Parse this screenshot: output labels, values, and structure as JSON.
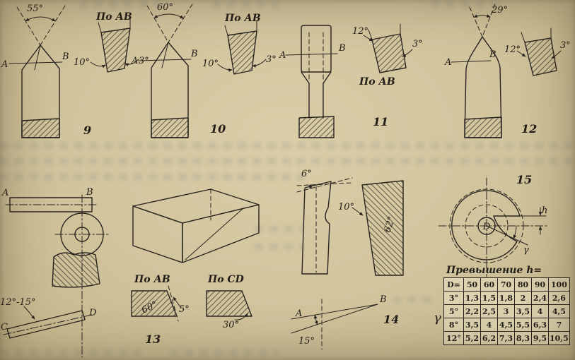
{
  "palette": {
    "paper": "#d3c6a0",
    "ink": "#2a2420"
  },
  "figures": {
    "fig9": {
      "number": "9",
      "apex": "55°",
      "section": "По АВ",
      "a": "A",
      "b": "B",
      "front": "10°",
      "back": "3°"
    },
    "fig10": {
      "number": "10",
      "apex": "60°",
      "section": "По АВ",
      "a": "A",
      "b": "B",
      "front": "10°",
      "back": "3°"
    },
    "fig11": {
      "number": "11",
      "section": "По АВ",
      "a": "A",
      "b": "B",
      "front": "12°",
      "back": "3°"
    },
    "fig12": {
      "number": "12",
      "apex": "29°",
      "a": "A",
      "b": "B",
      "front": "12°",
      "back": "3°"
    },
    "fig13": {
      "number": "13",
      "a": "A",
      "b": "B",
      "c": "C",
      "d": "D",
      "tilt": "12°-15°",
      "section_ab": "По АВ",
      "section_cd": "По CD",
      "face_angle": "60°",
      "side_angle": "5°",
      "cd_angle": "30°"
    },
    "fig14": {
      "number": "14",
      "top_angle": "6°",
      "clearance": "10°",
      "wedge": "62°",
      "tilt": "15°",
      "a": "A",
      "b": "B"
    },
    "fig15": {
      "number": "15",
      "bore": "D",
      "height": "h",
      "gamma": "γ"
    }
  },
  "table": {
    "title": "Превышение h=",
    "gamma": "γ",
    "header": [
      "D=",
      "50",
      "60",
      "70",
      "80",
      "90",
      "100"
    ],
    "rows": [
      [
        "3°",
        "1,3",
        "1,5",
        "1,8",
        "2",
        "2,4",
        "2,6"
      ],
      [
        "5°",
        "2,2",
        "2,5",
        "3",
        "3,5",
        "4",
        "4,5"
      ],
      [
        "8°",
        "3,5",
        "4",
        "4,5",
        "5,5",
        "6,3",
        "7"
      ],
      [
        "12°",
        "5,2",
        "6,2",
        "7,3",
        "8,3",
        "9,5",
        "10,5"
      ]
    ]
  }
}
